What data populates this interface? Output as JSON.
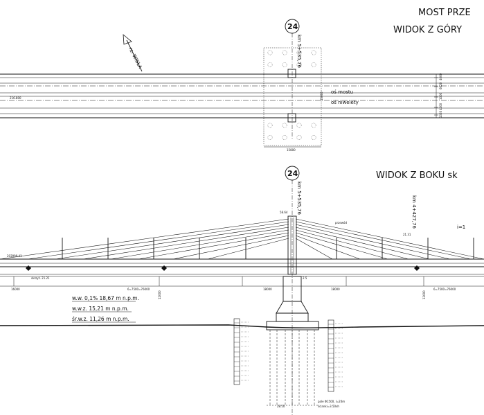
{
  "titles": {
    "main": "MOST PRZE",
    "top_view": "WIDOK Z GÓRY",
    "side_view": "WIDOK Z BOKU  sk"
  },
  "pier": {
    "number": "24",
    "chainage_top": "km 5+535,76",
    "chainage_side": "km 5+535,76",
    "chainage_side2": "km 4+427,76"
  },
  "top_view": {
    "north_arrow_label": "rz. WISŁA",
    "axis_bridge": "oś mostu",
    "axis_grade": "oś niwelety",
    "left_chainage": "216.800",
    "pier_width_dim": "15800",
    "dims_right": [
      "4000",
      "6620",
      "1000",
      "4200",
      "1320"
    ]
  },
  "side_view": {
    "elev_left": "203999.41",
    "elev_top": "58.64",
    "elev_right": "21.31",
    "span_left": "16000",
    "span_mid": "18000",
    "span_label_left": "6=7500=76000",
    "span_label_right": "6=7500=76000",
    "pylon_height": "12000",
    "deck_label": "2.5",
    "gradient": "i=1",
    "slope_note": "skrzyż. 21.21",
    "leader_label": "przewód",
    "pile_note": "pale Φ1500, l=20m",
    "pile_note2": "ścianki=3.50xh",
    "pile_dim": "28.50"
  },
  "water_levels": [
    {
      "label": "w.w. 0,1%  18,67 m n.p.m."
    },
    {
      "label": "w.w.z. 15,21 m n.p.m."
    },
    {
      "label": "śr.w.z. 11,26 m n.p.m."
    }
  ],
  "colors": {
    "ink": "#111111",
    "paper": "#ffffff"
  }
}
